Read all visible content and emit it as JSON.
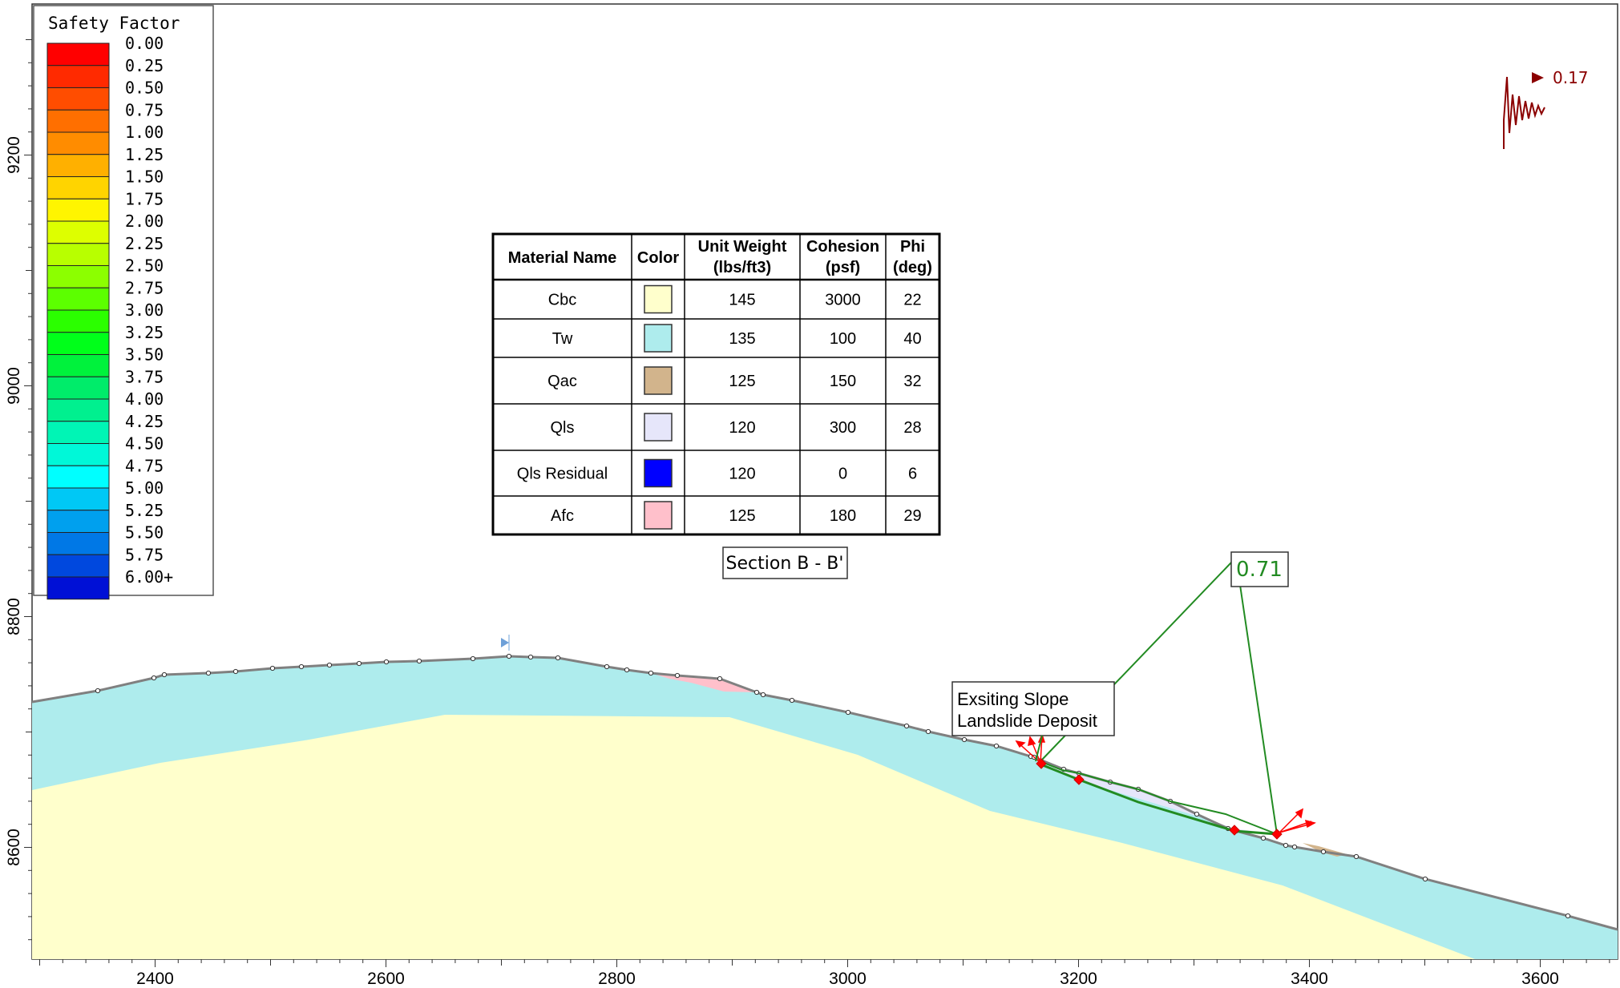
{
  "legend": {
    "title": "Safety Factor",
    "levels": [
      {
        "label": "0.00",
        "color": "#ff0000"
      },
      {
        "label": "0.25",
        "color": "#ff2a00"
      },
      {
        "label": "0.50",
        "color": "#ff4d00"
      },
      {
        "label": "0.75",
        "color": "#ff6f00"
      },
      {
        "label": "1.00",
        "color": "#ff8c00"
      },
      {
        "label": "1.25",
        "color": "#ffb000"
      },
      {
        "label": "1.50",
        "color": "#ffd400"
      },
      {
        "label": "1.75",
        "color": "#fff500"
      },
      {
        "label": "2.00",
        "color": "#ddff00"
      },
      {
        "label": "2.25",
        "color": "#b8ff00"
      },
      {
        "label": "2.50",
        "color": "#8cff00"
      },
      {
        "label": "2.75",
        "color": "#5cff00"
      },
      {
        "label": "3.00",
        "color": "#2bff00"
      },
      {
        "label": "3.25",
        "color": "#00ff1a"
      },
      {
        "label": "3.50",
        "color": "#00f23c"
      },
      {
        "label": "3.75",
        "color": "#00ec6a"
      },
      {
        "label": "4.00",
        "color": "#00f08f"
      },
      {
        "label": "4.25",
        "color": "#00f5b5"
      },
      {
        "label": "4.50",
        "color": "#00f8d8"
      },
      {
        "label": "4.75",
        "color": "#00ffff"
      },
      {
        "label": "5.00",
        "color": "#00c8f5"
      },
      {
        "label": "5.25",
        "color": "#00a0ee"
      },
      {
        "label": "5.50",
        "color": "#0078e6"
      },
      {
        "label": "5.75",
        "color": "#0048de"
      },
      {
        "label": "6.00+",
        "color": "#0010d6"
      }
    ]
  },
  "axes": {
    "x_ticks": [
      "2400",
      "2600",
      "2800",
      "3000",
      "3200",
      "3400",
      "3600"
    ],
    "y_ticks": [
      "9200",
      "9000",
      "8800",
      "8600"
    ]
  },
  "seismic": {
    "label": "0.17",
    "color": "#8b0000"
  },
  "materials_table": {
    "headers": {
      "name": "Material Name",
      "color": "Color",
      "unit_weight": [
        "Unit Weight",
        "(lbs/ft3)"
      ],
      "cohesion": [
        "Cohesion",
        "(psf)"
      ],
      "phi": [
        "Phi",
        "(deg)"
      ]
    },
    "rows": [
      {
        "name": "Cbc",
        "color": "#ffffcc",
        "unit_weight": "145",
        "cohesion": "3000",
        "phi": "22"
      },
      {
        "name": "Tw",
        "color": "#aeeced",
        "unit_weight": "135",
        "cohesion": "100",
        "phi": "40"
      },
      {
        "name": "Qac",
        "color": "#d2b48c",
        "unit_weight": "125",
        "cohesion": "150",
        "phi": "32"
      },
      {
        "name": "Qls",
        "color": "#e6e6fa",
        "unit_weight": "120",
        "cohesion": "300",
        "phi": "28"
      },
      {
        "name": "Qls Residual",
        "color": "#0000ff",
        "unit_weight": "120",
        "cohesion": "0",
        "phi": "6"
      },
      {
        "name": "Afc",
        "color": "#ffc0cb",
        "unit_weight": "125",
        "cohesion": "180",
        "phi": "29"
      }
    ]
  },
  "section_label": "Section B - B'",
  "factor_of_safety_label": "0.71",
  "slip_line_color": "#228b22",
  "annotation": {
    "line1": "Exsiting Slope",
    "line2": "Landslide Deposit"
  }
}
